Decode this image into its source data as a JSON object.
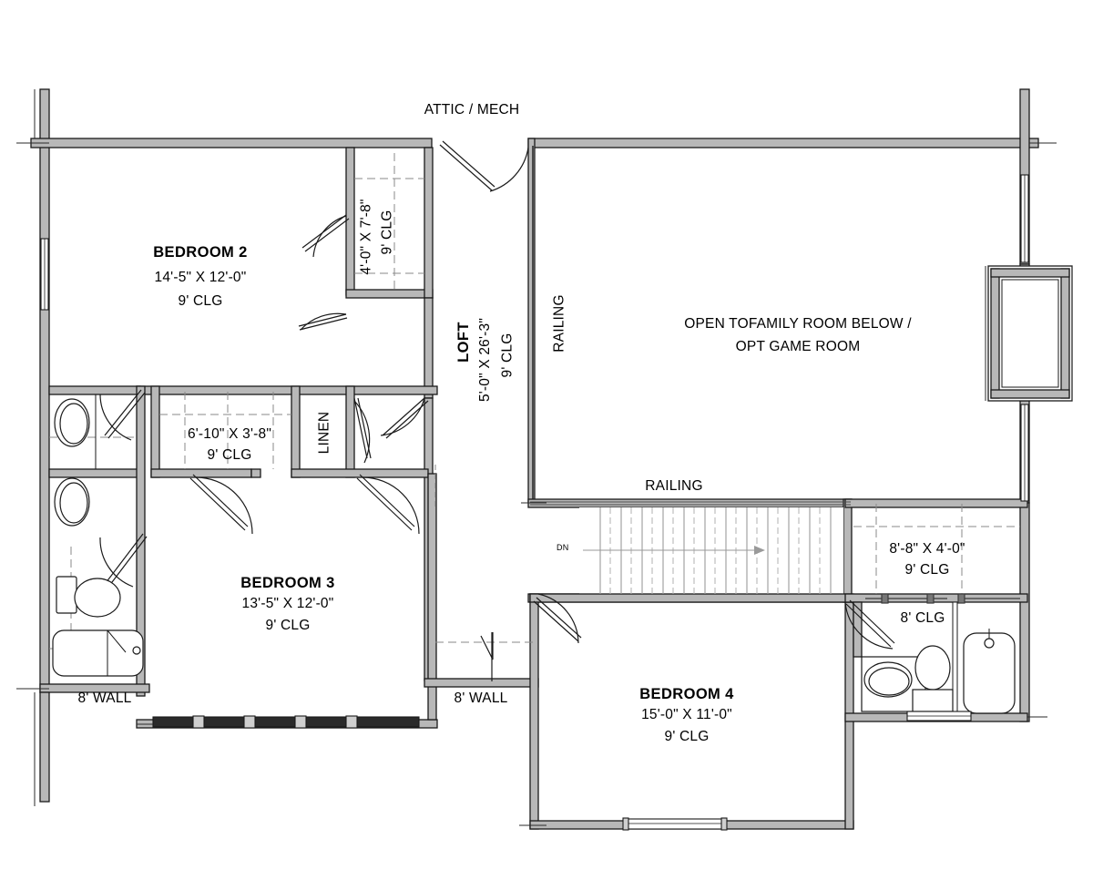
{
  "drawing": {
    "type": "second-floor-plan",
    "colors": {
      "wall_fill": "#b8b8b8",
      "line": "#1a1a1a",
      "hidden_line": "#808080",
      "background": "#ffffff"
    }
  },
  "labels": {
    "attic_mech": "ATTIC / MECH",
    "bedroom2": {
      "name": "BEDROOM 2",
      "dim": "14'-5\" X 12'-0\"",
      "clg": "9' CLG"
    },
    "bedroom3": {
      "name": "BEDROOM 3",
      "dim": "13'-5\" X 12'-0\"",
      "clg": "9' CLG"
    },
    "bedroom4": {
      "name": "BEDROOM 4",
      "dim": "15'-0\" X 11'-0\"",
      "clg": "9' CLG"
    },
    "bed2_closet": {
      "dim": "4'-0\" X 7'-8\"",
      "clg": "9' CLG"
    },
    "bed3_closet": {
      "dim": "6'-10\" X 3'-8\"",
      "clg": "9' CLG"
    },
    "bed4_closet": {
      "dim": "8'-8\" X 4'-0\"",
      "clg": "9' CLG"
    },
    "loft": {
      "name": "LOFT",
      "dim": "5'-0\" X 26'-3\"",
      "clg": "9' CLG"
    },
    "linen": "LINEN",
    "open_to_below_line1": "OPEN TOFAMILY ROOM BELOW /",
    "open_to_below_line2": "OPT GAME ROOM",
    "railing_vertical": "RAILING",
    "railing_horizontal": "RAILING",
    "stair_direction": "DN",
    "bath4_clg": "8' CLG",
    "wall_note_left": "8' WALL",
    "wall_note_right": "8' WALL"
  }
}
